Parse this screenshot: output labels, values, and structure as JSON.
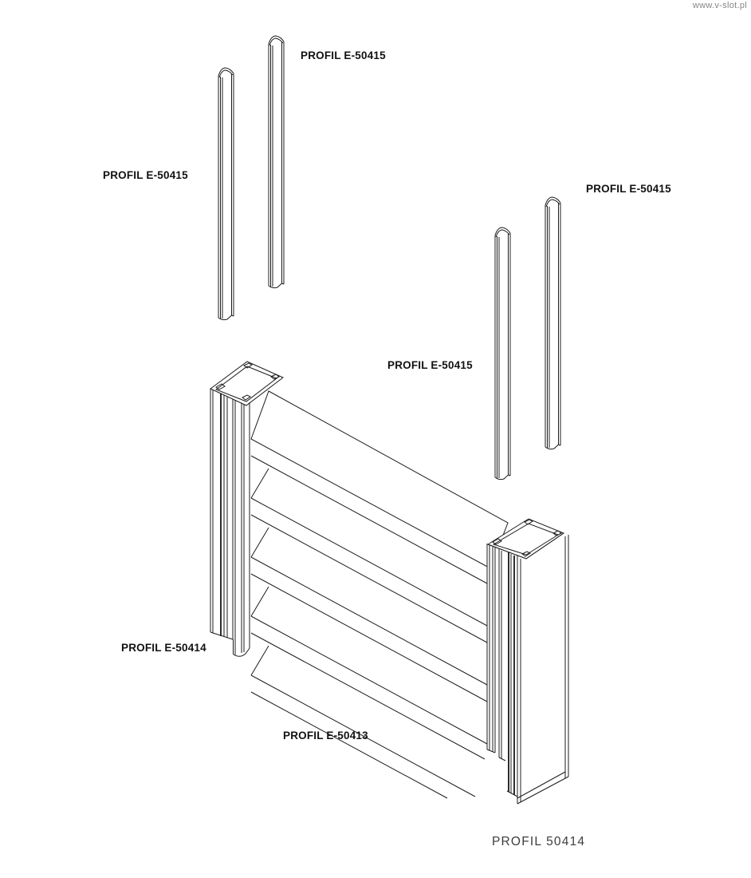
{
  "watermark": "www.v-slot.pl",
  "labels": {
    "profile_top": "PROFIL E-50415",
    "profile_left": "PROFIL E-50415",
    "profile_right": "PROFIL E-50415",
    "profile_middle": "PROFIL E-50415",
    "post_label": "PROFIL E-50414",
    "slat_label": "PROFIL E-50413",
    "assembly_label": "PROFIL 50414"
  },
  "diagram": {
    "type": "isometric-technical-line-drawing",
    "subject": "aluminum fence panel assembly with louver slats and cover strips",
    "background_color": "#ffffff",
    "line_color": "#1c1c1c",
    "parts": [
      "cover-strip-left-front",
      "cover-strip-left-back",
      "cover-strip-right-front",
      "cover-strip-right-back",
      "left-post-extrusion",
      "right-post-extrusion",
      "louver-slats"
    ]
  }
}
